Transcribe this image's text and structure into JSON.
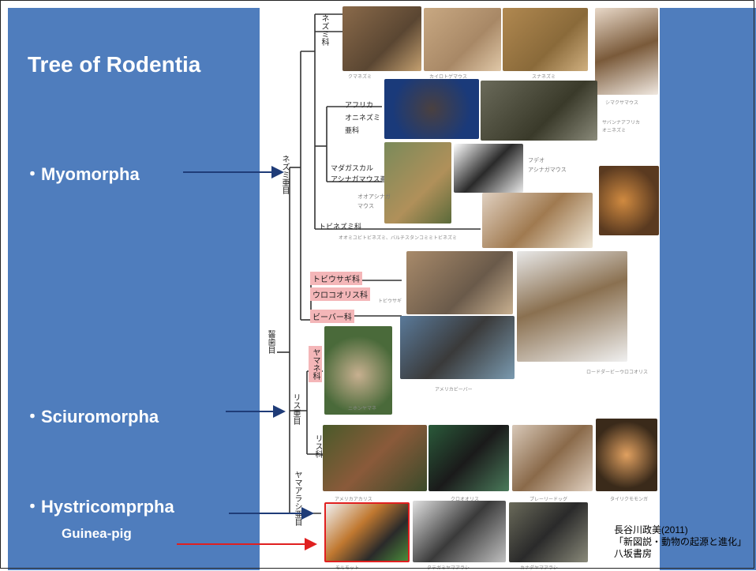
{
  "title": "Tree of Rodentia",
  "labels": [
    {
      "text": "・Myomorpha"
    },
    {
      "text": "・Sciuromorpha"
    },
    {
      "text": "・Hystricomprpha"
    }
  ],
  "sublabel": "Guinea-pig",
  "citation": {
    "line1": "長谷川政美(2011)",
    "line2": "「新図説・動物の起源と進化」",
    "line3": "八坂書房"
  },
  "figure_text": {
    "order": "齧歯目",
    "suborder_1": "ネズミ亜目",
    "suborder_2": "リス亜目",
    "suborder_3": "ヤマアラシ亜目",
    "fam_murid": "ネズミ科",
    "fam_africa_1": "アフリカ",
    "fam_africa_2": "オニネズミ",
    "fam_africa_3": "亜科",
    "fam_madagascar_1": "マダガスカル",
    "fam_madagascar_2": "アシナガマウス亜科",
    "fam_dipodid": "トビネズミ科",
    "fam_pedetid": "トビウサギ科",
    "fam_anomalurid": "ウロコオリス科",
    "fam_castorid": "ビーバー科",
    "fam_glirid": "ヤマネ科",
    "fam_sciurid": "リス科",
    "cap_1": "クマネズミ",
    "cap_2": "カイロトゲマウス",
    "cap_3": "スナネズミ",
    "cap_4": "シマクサマウス",
    "cap_5": "サバンナアフリカ",
    "cap_5b": "オニネズミ",
    "cap_6": "フデオ",
    "cap_6b": "アシナガマウス",
    "cap_7": "オオアシナガ",
    "cap_7b": "マウス",
    "cap_8": "オオミユビトビネズミ、バルチスタンコミミトビネズミ",
    "cap_9": "トビウサギ",
    "cap_10": "アメリカビーバー",
    "cap_11": "ロードダービーウロコオリス",
    "cap_12": "ニホンヤマネ",
    "cap_13": "アメリカアカリス",
    "cap_14": "クロオオリス",
    "cap_15": "プレーリードッグ",
    "cap_16": "タイリクモモンガ",
    "cap_17": "モルモット",
    "cap_18": "タテガミヤマアラシ",
    "cap_19": "カナダヤマアラシ"
  },
  "colors": {
    "panel": "#4f7dbd",
    "arrow_blue": "#1f3c78",
    "arrow_red": "#e02020",
    "highlight": "#f4b6b8"
  }
}
